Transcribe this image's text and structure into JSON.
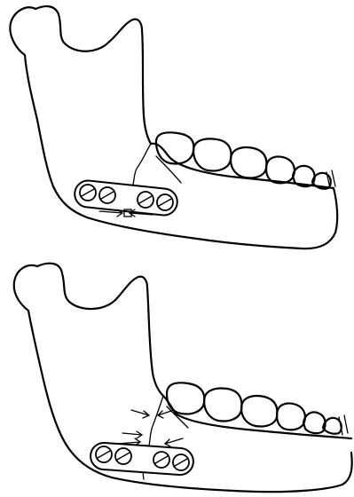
{
  "figure": {
    "panels": [
      {
        "id": "top",
        "description_hidden": true
      },
      {
        "id": "bottom",
        "description_hidden": true
      }
    ],
    "colors": {
      "ink": "#000000",
      "paper": "#ffffff"
    },
    "icons": [
      "mandible-drawing",
      "fixation-plate",
      "bone-screw",
      "compression-arrow"
    ]
  }
}
